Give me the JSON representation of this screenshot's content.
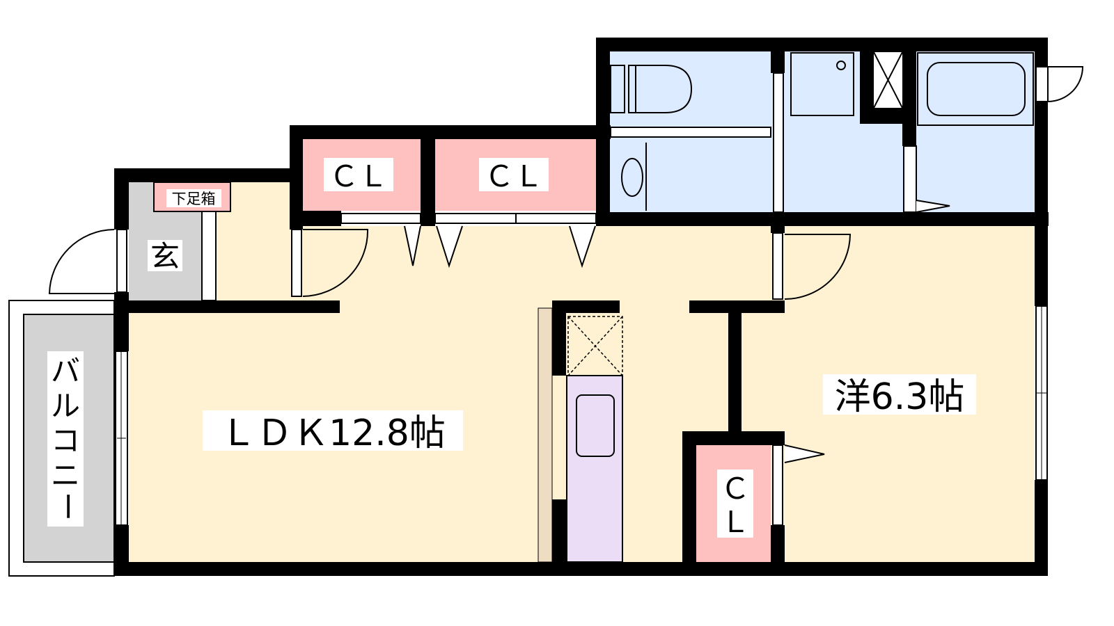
{
  "rooms": {
    "ldk": "ＬＤＫ12.8帖",
    "western": "洋6.3帖",
    "entrance": "玄",
    "shoe_box": "下足箱",
    "closet_1": "ＣＬ",
    "closet_2": "ＣＬ",
    "closet_3_line1": "Ｃ",
    "closet_3_line2": "Ｌ",
    "balcony": [
      "バ",
      "ル",
      "コ",
      "ニ",
      "ー"
    ]
  },
  "colors": {
    "wall": "#000000",
    "living": "#FFF2D2",
    "closet": "#FFC0C0",
    "wet_area": "#DCEBFF",
    "entrance": "#D3D3D3",
    "kitchen": "#EBDDF5",
    "counter": "#EEDDC3"
  }
}
